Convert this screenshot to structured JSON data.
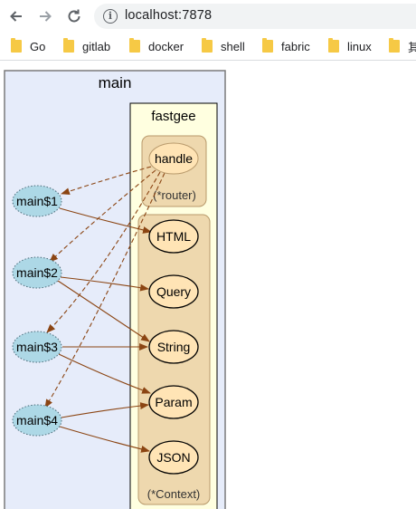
{
  "browser": {
    "url": "localhost:7878",
    "back_icon": "arrow-left-icon",
    "forward_icon": "arrow-right-icon",
    "reload_icon": "reload-icon",
    "info_icon": "info-icon"
  },
  "bookmarks": [
    {
      "label": "Go",
      "icon": "folder-icon"
    },
    {
      "label": "gitlab",
      "icon": "folder-icon"
    },
    {
      "label": "docker",
      "icon": "folder-icon"
    },
    {
      "label": "shell",
      "icon": "folder-icon"
    },
    {
      "label": "fabric",
      "icon": "folder-icon"
    },
    {
      "label": "linux",
      "icon": "folder-icon"
    },
    {
      "label": "其",
      "icon": "folder-icon"
    }
  ],
  "graph": {
    "outer_cluster_label": "main",
    "package_cluster_label": "fastgee",
    "router_cluster_label": "(*router)",
    "context_cluster_label": "(*Context)",
    "caller_nodes": [
      "main$1",
      "main$2",
      "main$3",
      "main$4"
    ],
    "router_nodes": [
      "handle"
    ],
    "context_nodes": [
      "HTML",
      "Query",
      "String",
      "Param",
      "JSON"
    ],
    "colors": {
      "outer_bg": "#e6ecfa",
      "package_bg": "#ffffe0",
      "method_bg": "#eed8ae",
      "node_fill": "#ffe4b5",
      "caller_fill": "#add8e6",
      "edge": "#8b4513"
    }
  }
}
